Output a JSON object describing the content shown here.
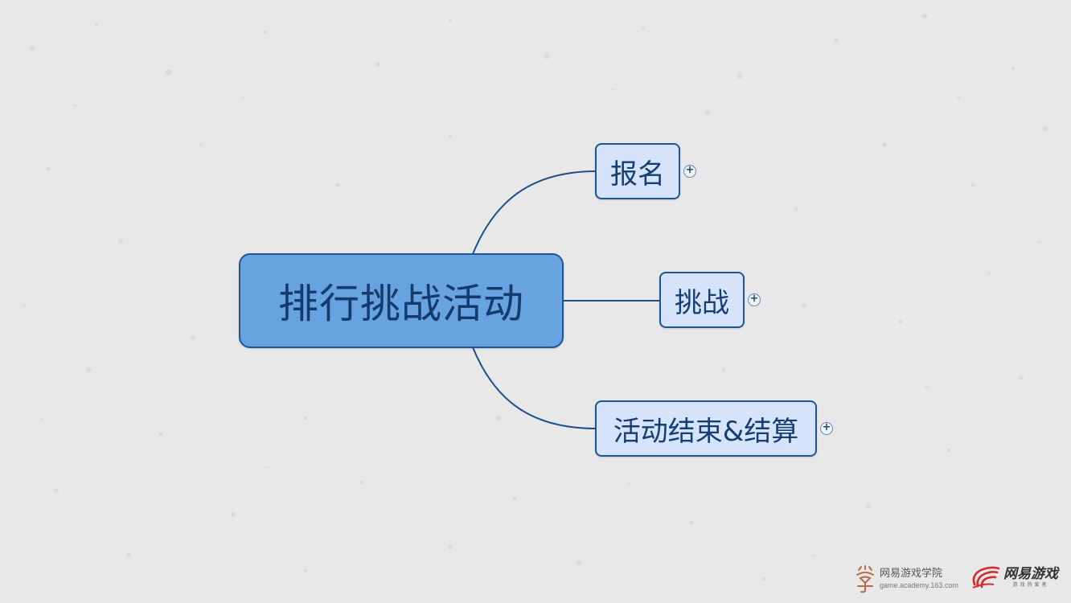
{
  "mindmap": {
    "central_topic": "排行挑战活动",
    "branches": [
      {
        "label": "报名",
        "collapsed": true
      },
      {
        "label": "挑战",
        "collapsed": true
      },
      {
        "label": "活动结束&结算",
        "collapsed": true
      }
    ],
    "expand_symbol": "+"
  },
  "branding": {
    "academy_name": "网易游戏学院",
    "academy_url": "game.academy.163.com",
    "games_name": "网易游戏",
    "games_slogan": "游戏热爱者"
  },
  "colors": {
    "background": "#e8e8e8",
    "central_fill": "#66a3e0",
    "subtopic_fill": "#d6e4fb",
    "border": "#1f5496",
    "connector": "#1f4f8a",
    "logo_red": "#d9282f"
  },
  "icons": [
    "expand-plus-icon",
    "academy-logo-icon",
    "netease-games-logo-icon"
  ]
}
